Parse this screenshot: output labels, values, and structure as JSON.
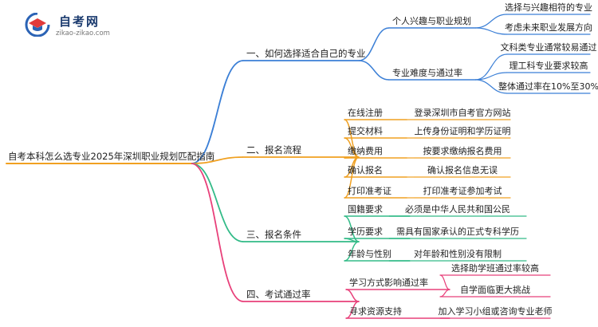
{
  "logo": {
    "title": "自考网",
    "url": "zikao-zikao.com",
    "colors": {
      "blue": "#2b63b5",
      "red": "#e23a3a"
    }
  },
  "mindmap": {
    "root": "自考本科怎么选专业2025年深圳职业规划匹配指南",
    "branches": [
      {
        "label": "一、如何选择适合自己的专业",
        "color": "#3b7fd6",
        "children": [
          {
            "label": "个人兴趣与职业规划",
            "children": [
              "选择与兴趣相符的专业",
              "考虑未来职业发展方向"
            ]
          },
          {
            "label": "专业难度与通过率",
            "children": [
              "文科类专业通常较易通过",
              "理工科专业要求较高",
              "整体通过率在10%至30%"
            ]
          }
        ]
      },
      {
        "label": "二、报名流程",
        "color": "#f0a020",
        "children": [
          {
            "label": "在线注册",
            "children": [
              "登录深圳市自考官方网站"
            ]
          },
          {
            "label": "提交材料",
            "children": [
              "上传身份证明和学历证明"
            ]
          },
          {
            "label": "缴纳费用",
            "children": [
              "按要求缴纳报名费用"
            ]
          },
          {
            "label": "确认报名",
            "children": [
              "确认报名信息无误"
            ]
          },
          {
            "label": "打印准考证",
            "children": [
              "打印准考证参加考试"
            ]
          }
        ]
      },
      {
        "label": "三、报名条件",
        "color": "#33bb88",
        "children": [
          {
            "label": "国籍要求",
            "children": [
              "必须是中华人民共和国公民"
            ]
          },
          {
            "label": "学历要求",
            "children": [
              "需具有国家承认的正式专科学历"
            ]
          },
          {
            "label": "年龄与性别",
            "children": [
              "对年龄和性别没有限制"
            ]
          }
        ]
      },
      {
        "label": "四、考试通过率",
        "color": "#e8407a",
        "children": [
          {
            "label": "学习方式影响通过率",
            "children": [
              "选择助学班通过率较高",
              "自学面临更大挑战"
            ]
          },
          {
            "label": "寻求资源支持",
            "children": [
              "加入学习小组或咨询专业老师"
            ]
          }
        ]
      }
    ]
  }
}
